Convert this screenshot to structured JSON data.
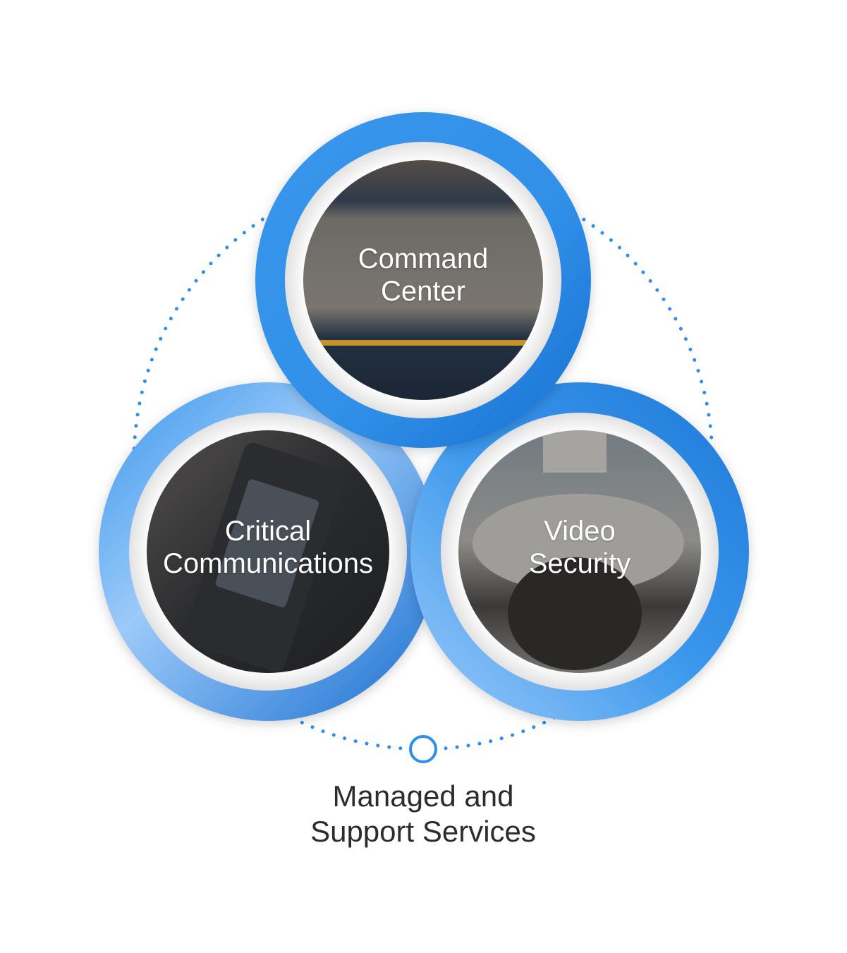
{
  "diagram": {
    "nodes": [
      {
        "id": "command-center",
        "label_line1": "Command",
        "label_line2": "Center",
        "image": "aerial-map-dispatch-screen"
      },
      {
        "id": "critical-communications",
        "label_line1": "Critical",
        "label_line2": "Communications",
        "image": "gloved-hand-radio"
      },
      {
        "id": "video-security",
        "label_line1": "Video",
        "label_line2": "Security",
        "image": "dome-security-camera"
      }
    ],
    "footer": {
      "line1": "Managed and",
      "line2": "Support Services"
    }
  },
  "colors": {
    "ring_blue": "#2f8fe8",
    "ring_light": "#9ccaf9",
    "ring_dark": "#0d63c2",
    "dot_blue": "#2f8fe8",
    "caption_text": "#2f2b2a"
  }
}
